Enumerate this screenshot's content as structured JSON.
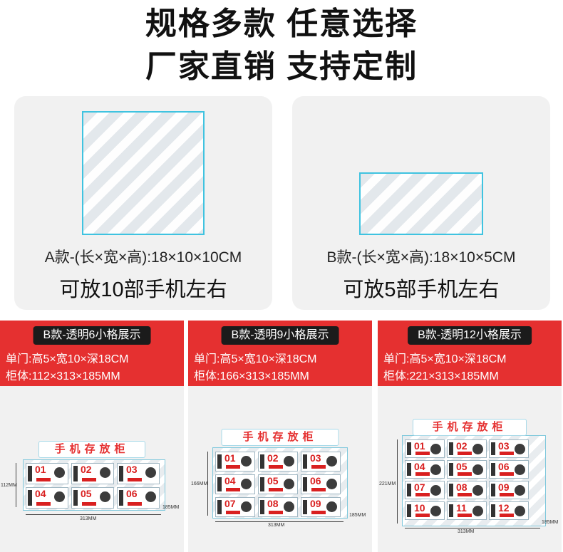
{
  "headline": {
    "line1": "规格多款 任意选择",
    "line2": "厂家直销 支持定制"
  },
  "cards": [
    {
      "spec": "A款-(长×宽×高):18×10×10CM",
      "capacity": "可放10部手机左右"
    },
    {
      "spec": "B款-(长×宽×高):18×10×5CM",
      "capacity": "可放5部手机左右"
    }
  ],
  "variants": [
    {
      "tag": "B款-透明6小格展示",
      "door": "单门:高5×宽10×深18CM",
      "body": "柜体:112×313×185MM",
      "cabinet_title": "手机存放柜",
      "height_label": "112MM",
      "width_label": "313MM",
      "depth_label": "185MM",
      "cells": [
        "01",
        "02",
        "03",
        "04",
        "05",
        "06"
      ]
    },
    {
      "tag": "B款-透明9小格展示",
      "door": "单门:高5×宽10×深18CM",
      "body": "柜体:166×313×185MM",
      "cabinet_title": "手机存放柜",
      "height_label": "166MM",
      "width_label": "313MM",
      "depth_label": "185MM",
      "cells": [
        "01",
        "02",
        "03",
        "04",
        "05",
        "06",
        "07",
        "08",
        "09"
      ]
    },
    {
      "tag": "B款-透明12小格展示",
      "door": "单门:高5×宽10×深18CM",
      "body": "柜体:221×313×185MM",
      "cabinet_title": "手机存放柜",
      "height_label": "221MM",
      "width_label": "313MM",
      "depth_label": "185MM",
      "cells": [
        "01",
        "02",
        "03",
        "04",
        "05",
        "06",
        "07",
        "08",
        "09",
        "10",
        "11",
        "12"
      ]
    }
  ],
  "colors": {
    "accent": "#e53030",
    "tag_bg": "#1b1b1b",
    "frame": "#3fc3e0",
    "card_bg": "#f1f1f1"
  }
}
